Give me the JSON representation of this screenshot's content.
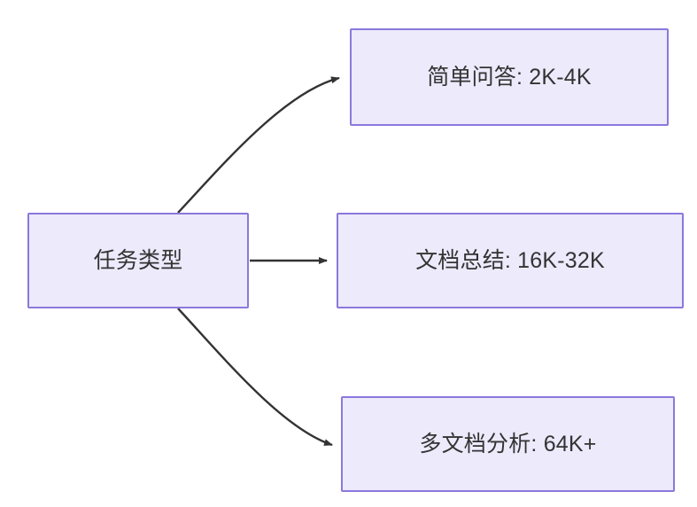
{
  "diagram": {
    "type": "flowchart",
    "direction": "left-to-right",
    "background_color": "#ffffff",
    "node_fill_color": "#ECEAFB",
    "node_border_color": "#8C78DC",
    "text_color": "#333333",
    "edge_color": "#333333",
    "nodes": [
      {
        "id": "task-type",
        "label": "任务类型",
        "role": "root"
      },
      {
        "id": "simple-qa",
        "label": "简单问答: 2K-4K",
        "role": "leaf"
      },
      {
        "id": "doc-summary",
        "label": "文档总结: 16K-32K",
        "role": "leaf"
      },
      {
        "id": "multi-doc",
        "label": "多文档分析: 64K+",
        "role": "leaf"
      }
    ],
    "edges": [
      {
        "id": "edge-to-simple-qa",
        "from": "task-type",
        "to": "simple-qa",
        "style": "curved",
        "arrowhead": "triangle"
      },
      {
        "id": "edge-to-doc-summary",
        "from": "task-type",
        "to": "doc-summary",
        "style": "straight",
        "arrowhead": "triangle"
      },
      {
        "id": "edge-to-multi-doc",
        "from": "task-type",
        "to": "multi-doc",
        "style": "curved",
        "arrowhead": "triangle"
      }
    ]
  }
}
